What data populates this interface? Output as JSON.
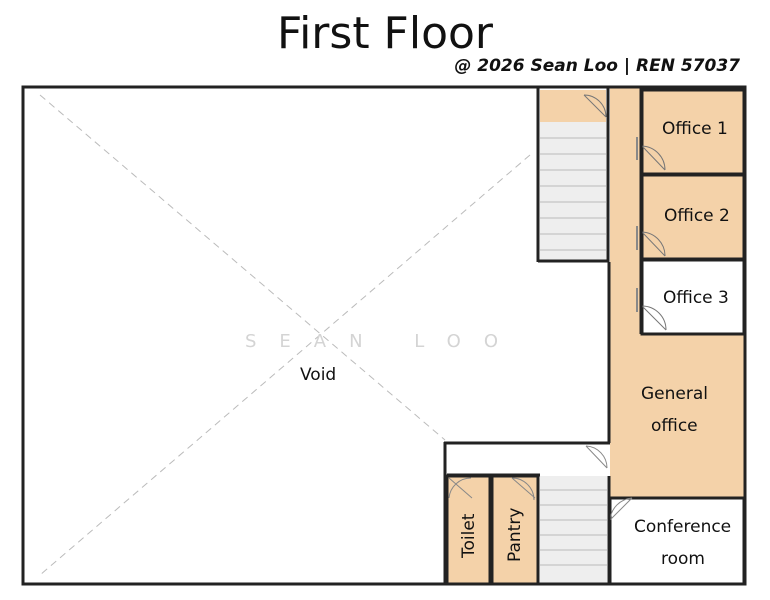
{
  "title": "First Floor",
  "copyright": "@ 2026 Sean Loo | REN 57037",
  "watermark": "SEAN   LOO",
  "rooms": {
    "void": "Void",
    "office1": "Office 1",
    "office2": "Office 2",
    "office3": "Office 3",
    "general_office_line1": "General",
    "general_office_line2": "office",
    "conference_line1": "Conference",
    "conference_line2": "room",
    "toilet": "Toilet",
    "pantry": "Pantry"
  },
  "colors": {
    "room_fill": "#f4d2a9",
    "wall": "#222222",
    "stairs": "#eeeeee"
  }
}
